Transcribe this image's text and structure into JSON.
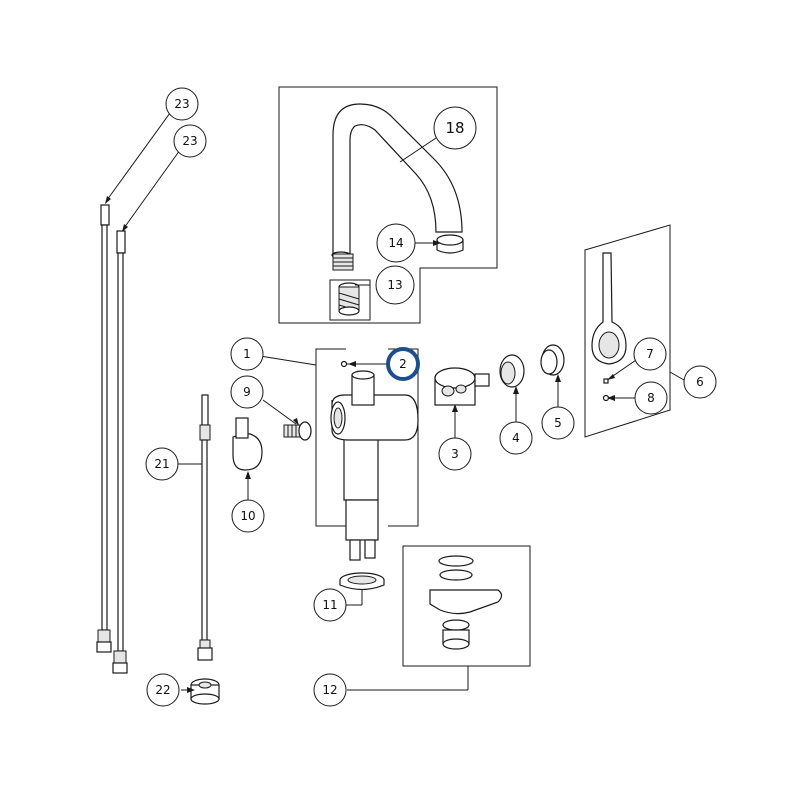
{
  "diagram": {
    "accent_color": "#1d4f8f",
    "highlighted_callout": "2",
    "callouts": {
      "c1": "1",
      "c2": "2",
      "c3": "3",
      "c4": "4",
      "c5": "5",
      "c6": "6",
      "c7": "7",
      "c8": "8",
      "c9": "9",
      "c10": "10",
      "c11": "11",
      "c12": "12",
      "c13": "13",
      "c14": "14",
      "c18": "18",
      "c21": "21",
      "c22": "22",
      "c23a": "23",
      "c23b": "23"
    }
  }
}
